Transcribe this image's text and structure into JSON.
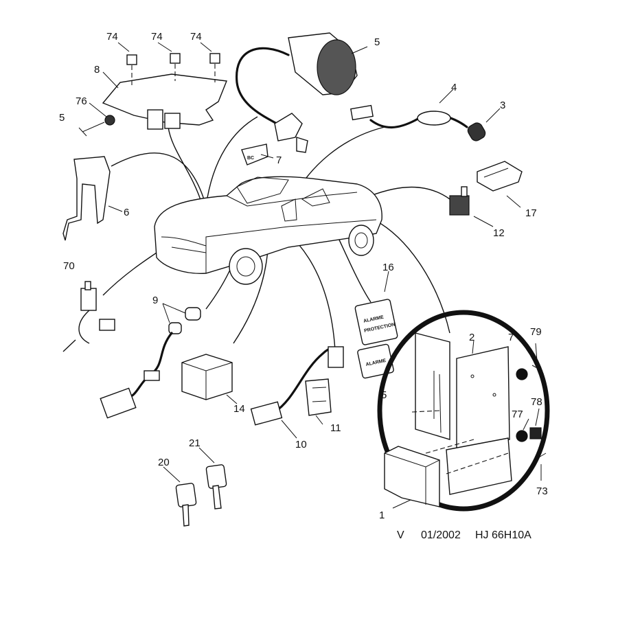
{
  "callouts": {
    "c1": "1",
    "c2": "2",
    "c3": "3",
    "c4": "4",
    "c5": "5",
    "c5_left": "5",
    "c5_mid": "5",
    "c6": "6",
    "c7": "7",
    "c7_right": "7",
    "c8": "8",
    "c9": "9",
    "c10": "10",
    "c11": "11",
    "c12": "12",
    "c14": "14",
    "c16": "16",
    "c17": "17",
    "c20": "20",
    "c21": "21",
    "c70": "70",
    "c73": "73",
    "c74a": "74",
    "c74b": "74",
    "c74c": "74",
    "c76": "76",
    "c77": "77",
    "c78": "78",
    "c79": "79"
  },
  "labels": {
    "alarm_label_line1": "ALARME",
    "alarm_label_line2": "PROTECTION",
    "alarm_label_small": "ALARME"
  },
  "footer": {
    "version": "V",
    "date": "01/2002",
    "reference": "HJ 66H10A"
  }
}
